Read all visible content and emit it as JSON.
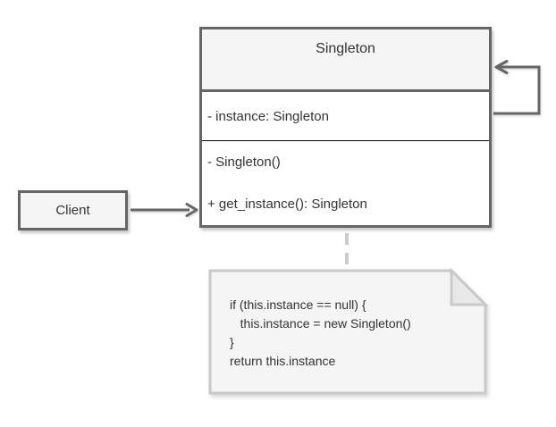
{
  "diagram": {
    "type": "uml-class-diagram",
    "pattern": "Singleton",
    "colors": {
      "background": "#ffffff",
      "box_border": "#666666",
      "box_fill": "#f5f5f5",
      "text": "#333333",
      "member_divider": "#000000",
      "connector": "#666666",
      "note_border": "#c9c9c9",
      "note_fill": "#f5f5f5",
      "note_fold_fill": "#e8e8e8",
      "note_connector": "#cccccc"
    },
    "singleton_class": {
      "title": "Singleton",
      "attributes": [
        "- instance: Singleton"
      ],
      "methods": [
        "- Singleton()",
        "+ get_instance(): Singleton"
      ]
    },
    "client": {
      "label": "Client"
    },
    "relationships": {
      "client_to_singleton": "directed association (Client → Singleton)",
      "self_reference": "Singleton → Singleton (self association)"
    },
    "note": {
      "lines": [
        "if (this.instance == null) {",
        "   this.instance = new Singleton()",
        "}",
        "return this.instance"
      ]
    }
  }
}
